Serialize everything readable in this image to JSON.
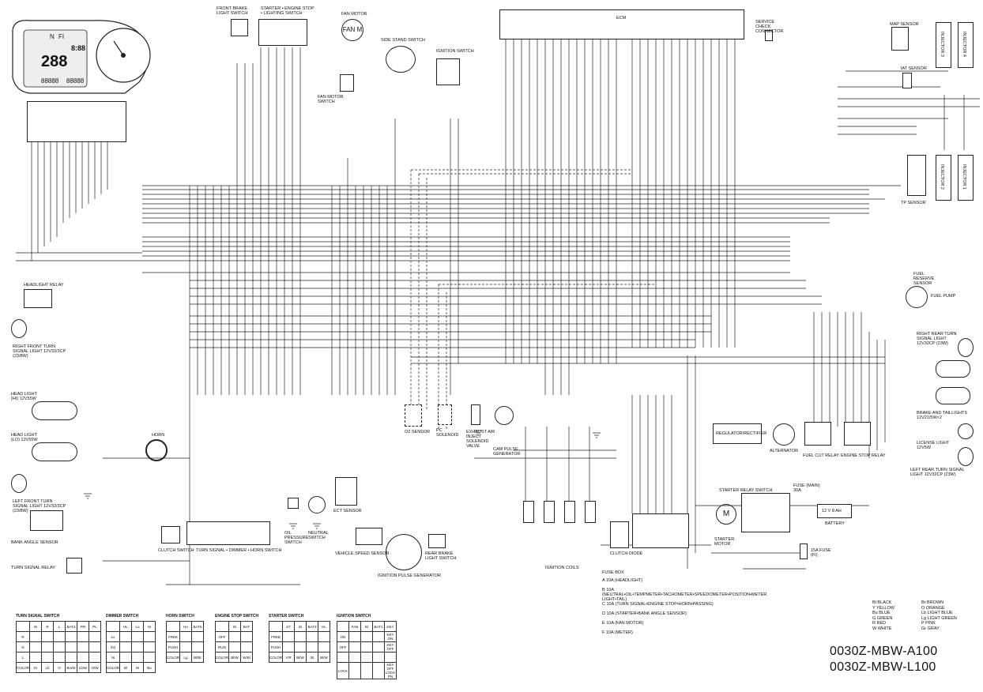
{
  "components": {
    "front_brake_switch": "FRONT BRAKE LIGHT SWITCH",
    "starter_engine_stop": "STARTER • ENGINE STOP • LIGHTING SWITCH",
    "fan_motor": "FAN MOTOR",
    "fan_motor_switch": "FAN MOTOR SWITCH",
    "side_stand": "SIDE STAND SWITCH",
    "ignition_switch": "IGNITION SWITCH",
    "ecm": "ECM",
    "service_check": "SERVICE CHECK CONNECTOR",
    "map_sensor": "MAP SENSOR",
    "iat_sensor": "IAT SENSOR",
    "injector3": "INJECTOR 3",
    "injector4": "INJECTOR 4",
    "injector2": "INJECTOR 2",
    "injector1": "INJECTOR 1",
    "tp_sensor": "TP SENSOR",
    "fuel_reserve": "FUEL RESERVE SENSOR",
    "fuel_pump": "FUEL PUMP",
    "headlight_relay": "HEADLIGHT RELAY",
    "right_front_turn": "RIGHT FRONT TURN SIGNAL LIGHT 12V32/3CP (23/8W)",
    "headlight_hi": "HEAD LIGHT (HI) 12V55W",
    "headlight_lo": "HEAD LIGHT (LO) 12V55W",
    "horn": "HORN",
    "left_front_turn": "LEFT FRONT TURN SIGNAL LIGHT 12V32/3CP (23/8W)",
    "bank_angle": "BANK ANGLE SENSOR",
    "turn_relay": "TURN SIGNAL RELAY",
    "clutch_switch": "CLUTCH SWITCH",
    "handlebar_switch": "TURN SIGNAL • DIMMER • HORN SWITCH",
    "oil_pressure": "OIL PRESSURE SWITCH",
    "neutral_switch": "NEUTRAL SWITCH",
    "ect_sensor": "ECT SENSOR",
    "vehicle_speed": "VEHICLE SPEED SENSOR",
    "ignition_pulse": "IGNITION PULSE GENERATOR",
    "rear_brake": "REAR BRAKE LIGHT SWITCH",
    "o2_sensor": "O2 SENSOR",
    "pc_solenoid": "PC SOLENOID",
    "exhaust_solenoid": "EXHAUST AIR INJECT SOLENOID VALVE",
    "cam_pulse": "CAM PULSE GENERATOR",
    "ignition_coils": "IGNITION COILS",
    "clutch_diode": "CLUTCH DIODE",
    "regulator": "REGULATOR/RECTIFIER",
    "alternator": "ALTERNATOR",
    "fuel_cut_relay": "FUEL CUT RELAY",
    "engine_stop_relay": "ENGINE STOP RELAY",
    "right_rear_turn": "RIGHT REAR TURN SIGNAL LIGHT 12V32CP (23W)",
    "brake_tail": "BRAKE AND TAILLIGHTS 12V21/5W×2",
    "license_light": "LICENSE LIGHT 12V5W",
    "left_rear_turn": "LEFT REAR TURN SIGNAL LIGHT 12V32CP (23W)",
    "starter_relay": "STARTER RELAY SWITCH",
    "fuse_main": "FUSE (MAIN) 30A",
    "starter_motor": "STARTER MOTOR",
    "battery": "BATTERY",
    "battery_spec": "12 V 8 AH",
    "fuse_fi": "15A FUSE (FI)"
  },
  "fuse_box": {
    "title": "FUSE BOX",
    "lines": [
      "A 10A   (HEADLIGHT)",
      "B 10A   (NEUTRAL•OIL•TEMPMETER•TACHOMETER•SPEEDOMETER•POSITION•METER LIGHT•TAIL)",
      "C 10A   (TURN SIGNAL•ENGINE STOP•HORN•PASSING)",
      "D 10A   (STARTER•BANK ANGLE SENSOR)",
      "E 10A   (FAN MOTOR)",
      "F 10A   (METER)"
    ]
  },
  "color_legend": [
    [
      "Bl",
      "BLACK"
    ],
    [
      "Br",
      "BROWN"
    ],
    [
      "Y",
      "YELLOW"
    ],
    [
      "O",
      "ORANGE"
    ],
    [
      "Bu",
      "BLUE"
    ],
    [
      "Lb",
      "LIGHT BLUE"
    ],
    [
      "G",
      "GREEN"
    ],
    [
      "Lg",
      "LIGHT GREEN"
    ],
    [
      "R",
      "RED"
    ],
    [
      "P",
      "PINK"
    ],
    [
      "W",
      "WHITE"
    ],
    [
      "Gr",
      "GRAY"
    ]
  ],
  "switch_tables": [
    {
      "title": "TURN SIGNAL SWITCH",
      "head": [
        "",
        "W",
        "R",
        "L",
        "BAT3",
        "PR",
        "PL"
      ],
      "rows": [
        [
          "R",
          "",
          "",
          "",
          "",
          "",
          ""
        ],
        [
          "N",
          "",
          "",
          "",
          "",
          "",
          ""
        ],
        [
          "L",
          "",
          "",
          "",
          "",
          "",
          ""
        ],
        [
          "COLOR",
          "Gr",
          "Lb",
          "O",
          "Bu/W",
          "Lb/W",
          "O/W"
        ]
      ]
    },
    {
      "title": "DIMMER SWITCH",
      "head": [
        "",
        "HL",
        "Lo",
        "Hi"
      ],
      "rows": [
        [
          "Lo",
          "",
          "",
          ""
        ],
        [
          "(N)",
          "",
          "",
          ""
        ],
        [
          "Hi",
          "",
          "",
          ""
        ],
        [
          "COLOR",
          "Bl",
          "W",
          "Bu"
        ]
      ]
    },
    {
      "title": "HORN SWITCH",
      "head": [
        "",
        "Ho",
        "BAT5"
      ],
      "rows": [
        [
          "FREE",
          "",
          ""
        ],
        [
          "PUSH",
          "",
          ""
        ],
        [
          "COLOR",
          "Lg",
          "Bl/Br"
        ]
      ]
    },
    {
      "title": "ENGINE STOP SWITCH",
      "head": [
        "",
        "IG",
        "BAT"
      ],
      "rows": [
        [
          "OFF",
          "",
          ""
        ],
        [
          "RUN",
          "",
          ""
        ],
        [
          "COLOR",
          "Bl/W",
          "W/Bl"
        ]
      ]
    },
    {
      "title": "STARTER SWITCH",
      "head": [
        "",
        "ST",
        "IG",
        "BAT3",
        "HL"
      ],
      "rows": [
        [
          "FREE",
          "",
          "",
          "",
          ""
        ],
        [
          "PUSH",
          "",
          "",
          "",
          ""
        ],
        [
          "COLOR",
          "Y/R",
          "Bl/W",
          "Bl",
          "Bl/W"
        ]
      ]
    },
    {
      "title": "IGNITION SWITCH",
      "head": [
        "",
        "FAN",
        "IG",
        "BAT1",
        "KEY"
      ],
      "rows": [
        [
          "ON",
          "",
          "",
          "",
          "KEY ON"
        ],
        [
          "OFF",
          "",
          "",
          "",
          "KEY OFF"
        ],
        [
          "",
          "",
          "",
          "",
          ""
        ],
        [
          "LOCK",
          "",
          "",
          "",
          "KEY OFF LOCK PN"
        ]
      ]
    }
  ],
  "meter": {
    "speed": "288",
    "odo": "88888",
    "odo2": "88888",
    "clock": "8:88",
    "gear": "N",
    "fi": "FI"
  },
  "codes": [
    "0030Z-MBW-A100",
    "0030Z-MBW-L100"
  ]
}
